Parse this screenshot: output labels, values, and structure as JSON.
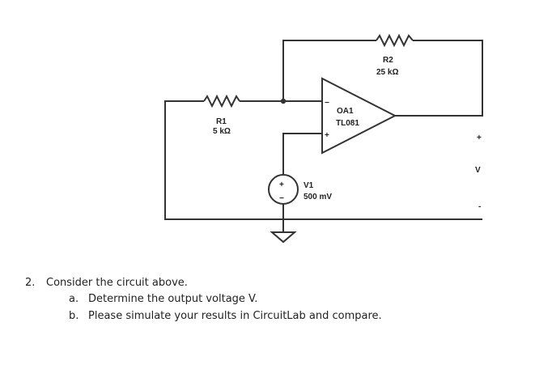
{
  "circuit": {
    "r2": {
      "name": "R2",
      "value": "25 kΩ"
    },
    "r1": {
      "name": "R1",
      "value": "5 kΩ"
    },
    "opamp": {
      "name": "OA1",
      "model": "TL081",
      "inv_sign": "−",
      "noninv_sign": "+"
    },
    "source": {
      "name": "V1",
      "value": "500 mV",
      "plus": "+",
      "minus": "−"
    },
    "output": {
      "plus": "+",
      "label": "V",
      "minus": "-"
    }
  },
  "question": {
    "number": "2.",
    "text": "Consider the circuit above.",
    "parts": [
      {
        "label": "a.",
        "text": "Determine the output voltage V."
      },
      {
        "label": "b.",
        "text": "Please simulate your results in CircuitLab and compare."
      }
    ]
  }
}
